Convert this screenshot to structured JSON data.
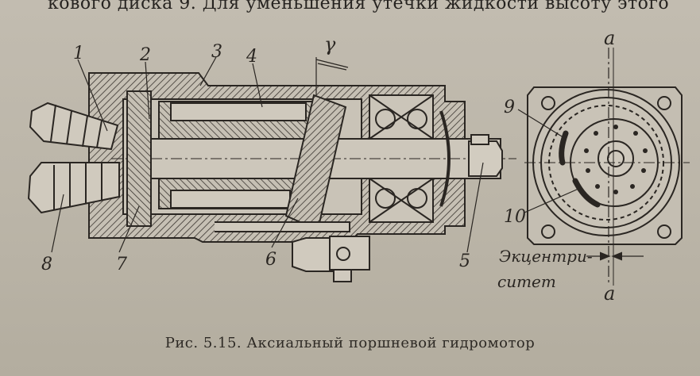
{
  "text_top": "кового диска 9. Для уменьшения утечки жидкости высоту этого",
  "caption": "Рис. 5.15. Аксиальный поршневой гидромотор",
  "labels": {
    "l1": "1",
    "l2": "2",
    "l3": "3",
    "l4": "4",
    "l5": "5",
    "l6": "6",
    "l7": "7",
    "l8": "8",
    "l9": "9",
    "l10": "10",
    "gamma": "γ",
    "a_top": "a",
    "a_bottom": "a",
    "ecc_line1": "Экцентри-",
    "ecc_line2": "ситет"
  },
  "colors": {
    "paper": "#bbb5a8",
    "ink": "#2a2622"
  }
}
